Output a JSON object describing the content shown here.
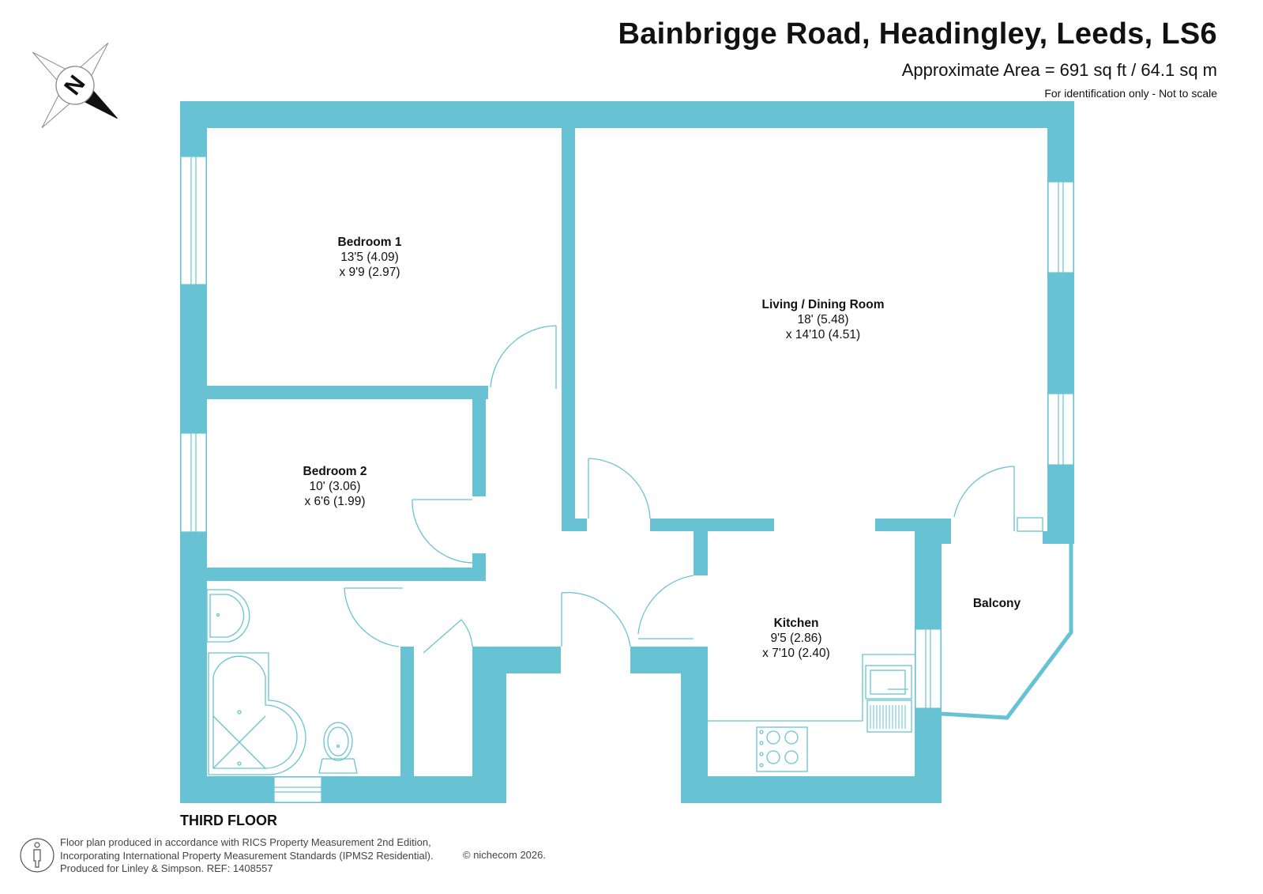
{
  "header": {
    "title": "Bainbrigge Road, Headingley, Leeds, LS6",
    "area": "Approximate Area = 691 sq ft / 64.1 sq m",
    "disclaimer": "For identification only - Not to scale"
  },
  "compass": {
    "letter": "N",
    "icon": "north-arrow-icon"
  },
  "floor_label": "THIRD FLOOR",
  "rooms": {
    "bedroom1": {
      "name": "Bedroom 1",
      "dim1": "13'5 (4.09)",
      "dim2": "x 9'9 (2.97)"
    },
    "bedroom2": {
      "name": "Bedroom 2",
      "dim1": "10' (3.06)",
      "dim2": "x 6'6 (1.99)"
    },
    "living": {
      "name": "Living / Dining Room",
      "dim1": "18' (5.48)",
      "dim2": "x 14'10 (4.51)"
    },
    "kitchen": {
      "name": "Kitchen",
      "dim1": "9'5 (2.86)",
      "dim2": "x 7'10 (2.40)"
    },
    "balcony": {
      "name": "Balcony"
    }
  },
  "footer": {
    "line1": "Floor plan produced in accordance with RICS Property Measurement 2nd Edition,",
    "line2": "Incorporating International Property Measurement Standards (IPMS2 Residential).",
    "line3": "Produced for Linley & Simpson.   REF: 1408557",
    "copyright": "© nichecom 2026."
  },
  "colors": {
    "wall": "#67C3D3",
    "line": "#67C3D3",
    "text": "#111111"
  }
}
